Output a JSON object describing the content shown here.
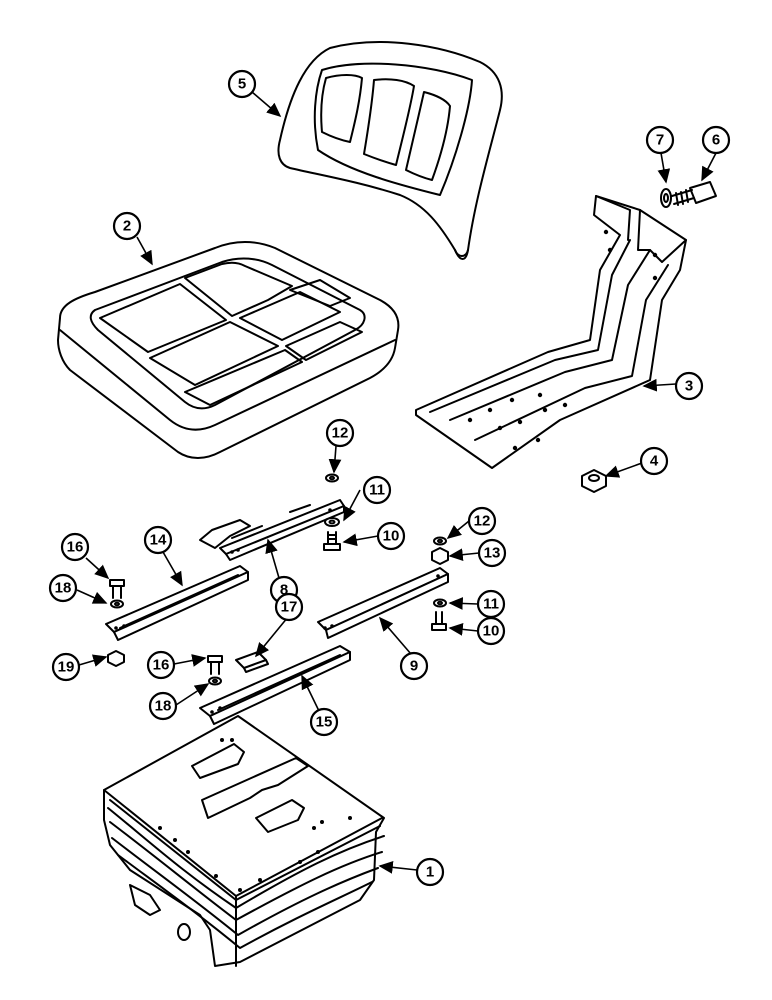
{
  "callouts": [
    {
      "id": "c1",
      "label": "1"
    },
    {
      "id": "c2",
      "label": "2"
    },
    {
      "id": "c3",
      "label": "3"
    },
    {
      "id": "c4",
      "label": "4"
    },
    {
      "id": "c5",
      "label": "5"
    },
    {
      "id": "c6",
      "label": "6"
    },
    {
      "id": "c7",
      "label": "7"
    },
    {
      "id": "c8",
      "label": "8"
    },
    {
      "id": "c9",
      "label": "9"
    },
    {
      "id": "c10a",
      "label": "10"
    },
    {
      "id": "c10b",
      "label": "10"
    },
    {
      "id": "c11a",
      "label": "11"
    },
    {
      "id": "c11b",
      "label": "11"
    },
    {
      "id": "c12a",
      "label": "12"
    },
    {
      "id": "c12b",
      "label": "12"
    },
    {
      "id": "c13",
      "label": "13"
    },
    {
      "id": "c14",
      "label": "14"
    },
    {
      "id": "c15",
      "label": "15"
    },
    {
      "id": "c16a",
      "label": "16"
    },
    {
      "id": "c16b",
      "label": "16"
    },
    {
      "id": "c17",
      "label": "17"
    },
    {
      "id": "c18a",
      "label": "18"
    },
    {
      "id": "c18b",
      "label": "18"
    },
    {
      "id": "c19",
      "label": "19"
    }
  ]
}
